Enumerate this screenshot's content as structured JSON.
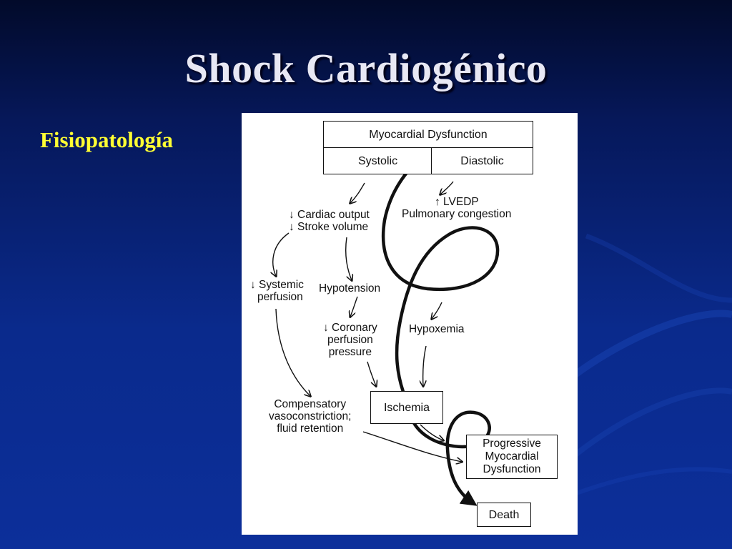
{
  "slide": {
    "title": "Shock Cardiogénico",
    "subtitle": "Fisiopatología"
  },
  "diagram": {
    "myocardial_dysfunction": "Myocardial Dysfunction",
    "systolic": "Systolic",
    "diastolic": "Diastolic",
    "cardiac_output": "↓ Cardiac output",
    "stroke_volume": "↓ Stroke volume",
    "lvedp": "↑ LVEDP",
    "pulmonary_congestion": "Pulmonary congestion",
    "systemic_1": "↓ Systemic",
    "systemic_2": "perfusion",
    "hypotension": "Hypotension",
    "coronary_1": "↓ Coronary",
    "coronary_2": "perfusion",
    "coronary_3": "pressure",
    "hypoxemia": "Hypoxemia",
    "ischemia": "Ischemia",
    "compensatory_1": "Compensatory",
    "compensatory_2": "vasoconstriction;",
    "compensatory_3": "fluid retention",
    "progressive_1": "Progressive",
    "progressive_2": "Myocardial",
    "progressive_3": "Dysfunction",
    "death": "Death"
  },
  "colors": {
    "title": "#e8e8f4",
    "subtitle": "#ffff33",
    "background_top": "#020a2a",
    "background_bottom": "#0c2f9a"
  }
}
